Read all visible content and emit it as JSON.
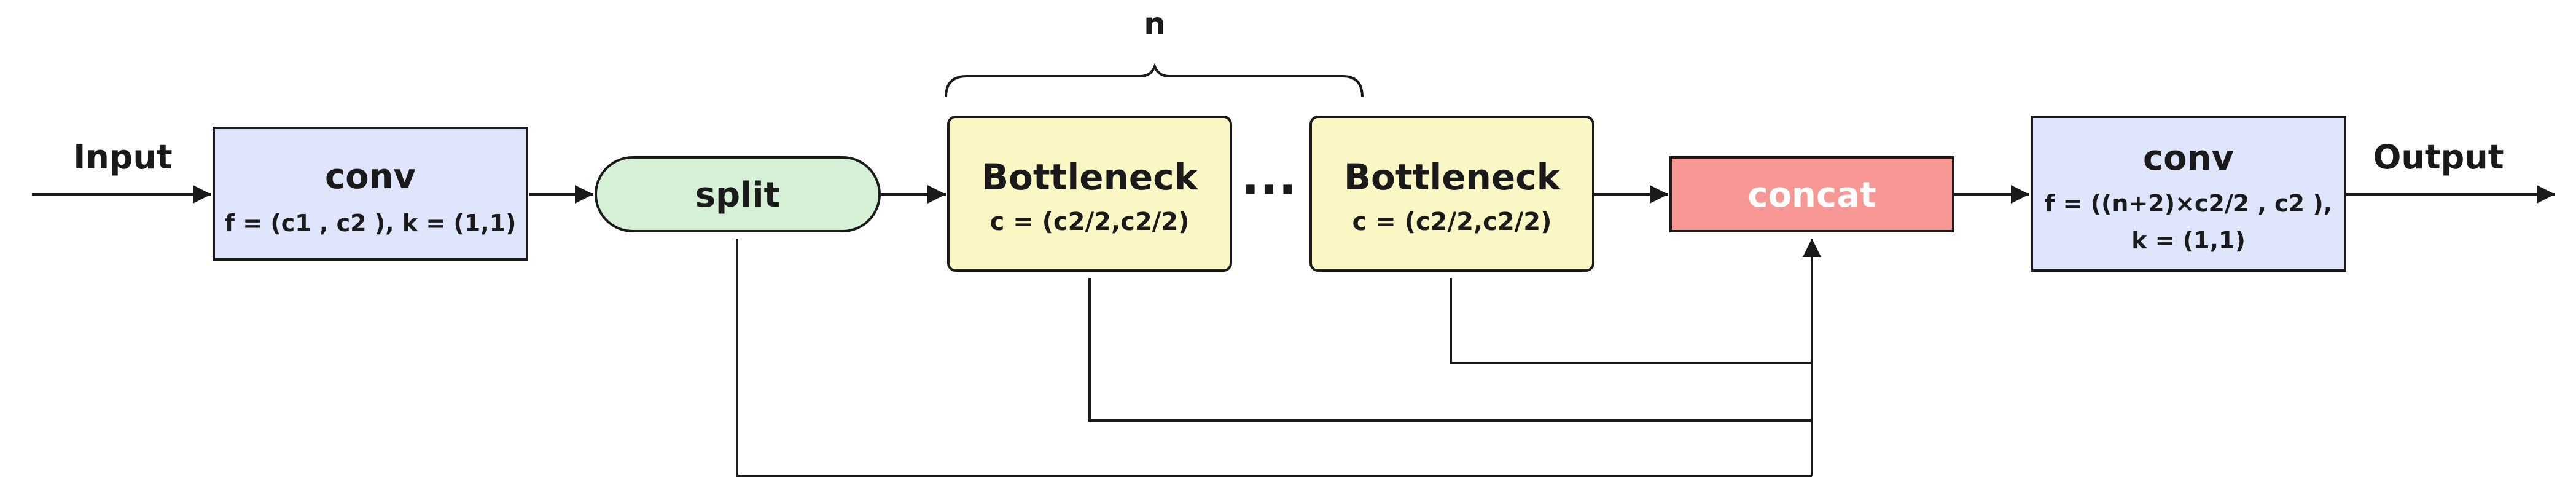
{
  "labels": {
    "input": "Input",
    "output": "Output",
    "n": "n",
    "ellipsis": "···"
  },
  "conv1": {
    "title": "conv",
    "params": "f = (c1 , c2 ), k = (1,1)"
  },
  "split": {
    "title": "split"
  },
  "bottleneck1": {
    "title": "Bottleneck",
    "params": "c = (c2/2,c2/2)"
  },
  "bottleneck2": {
    "title": "Bottleneck",
    "params": "c = (c2/2,c2/2)"
  },
  "concat": {
    "title": "concat"
  },
  "conv2": {
    "title": "conv",
    "params_line1": "f = ((n+2)×c2/2 , c2 ),",
    "params_line2": "k = (1,1)"
  },
  "colors": {
    "conv_fill": "#dfe6fb",
    "split_fill": "#d6f0d6",
    "bottleneck_fill": "#fbf7c5",
    "concat_fill": "#f79895",
    "concat_text": "#ffffff",
    "stroke": "#1a1a1a"
  }
}
